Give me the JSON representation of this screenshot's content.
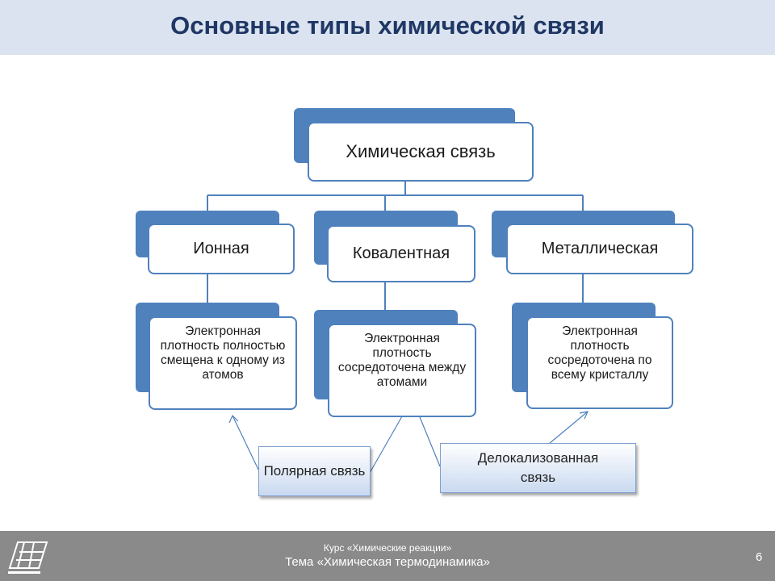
{
  "title": "Основные типы химической связи",
  "diagram": {
    "root": "Химическая связь",
    "types": [
      {
        "name": "Ионная",
        "description": "Электронная плотность полностью смещена к одному из атомов"
      },
      {
        "name": "Ковалентная",
        "description": "Электронная плотность сосредоточена между атомами"
      },
      {
        "name": "Металлическая",
        "description": "Электронная плотность сосредоточена по всему кристаллу"
      }
    ],
    "notes": {
      "polar": "Полярная связь",
      "delocalized": "Делокализованная связь"
    },
    "colors": {
      "accent": "#4f81bd",
      "title": "#1f3764",
      "title_bar": "#dbe3f0"
    }
  },
  "footer": {
    "course": "Курс «Химические реакции»",
    "topic": "Тема «Химическая термодинамика»",
    "page_number": "6",
    "logo_icon": "university-emblem-icon"
  }
}
